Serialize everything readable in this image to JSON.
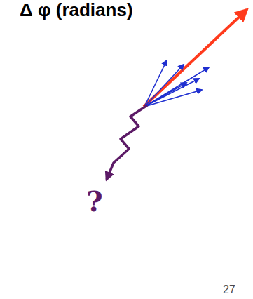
{
  "diagram": {
    "nodes": [
      {
        "text": [
          "?"
        ]
      }
    ],
    "labels": [
      "Δ φ (radians)",
      "27"
    ]
  }
}
